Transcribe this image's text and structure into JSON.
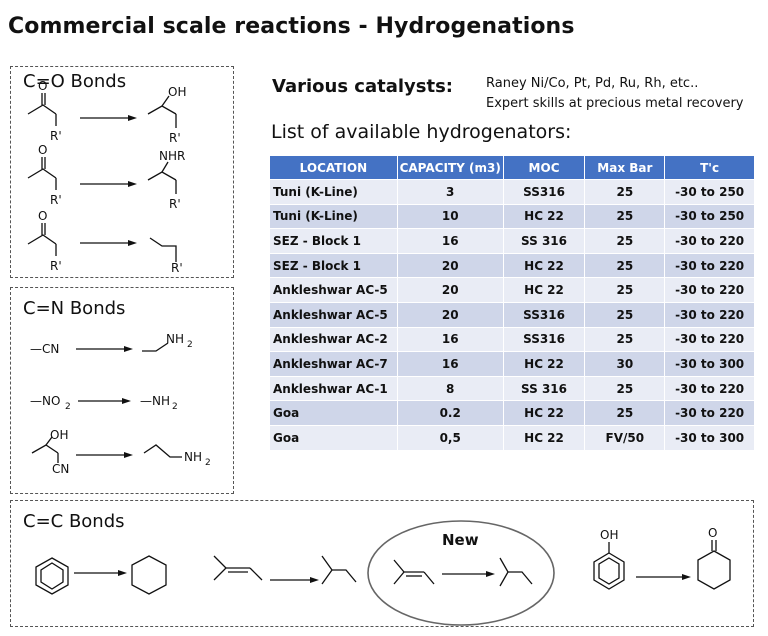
{
  "title": "Commercial scale reactions - Hydrogenations",
  "sections": {
    "co": {
      "title": "C=O Bonds",
      "labels": [
        "O",
        "R'",
        "OH",
        "R'",
        "O",
        "R'",
        "NHR",
        "R'",
        "O",
        "R'",
        "R'"
      ]
    },
    "cn": {
      "title": "C=N Bonds",
      "labels": [
        "—CN",
        "NH",
        "2",
        "—NO",
        "2",
        "—NH",
        "2",
        "OH",
        "CN",
        "NH",
        "2"
      ]
    },
    "cc": {
      "title": "C=C Bonds",
      "new_label": "New",
      "labels": [
        "OH",
        "O"
      ]
    }
  },
  "catalysts": {
    "label": "Various catalysts:",
    "lines": [
      "Raney Ni/Co, Pt, Pd, Ru, Rh, etc..",
      "Expert skills at precious metal recovery"
    ]
  },
  "list_heading": "List of available hydrogenators:",
  "table": {
    "headers": [
      "LOCATION",
      "CAPACITY (m3)",
      "MOC",
      "Max Bar",
      "T'c"
    ],
    "rows": [
      [
        "Tuni (K-Line)",
        "3",
        "SS316",
        "25",
        "-30 to 250"
      ],
      [
        "Tuni (K-Line)",
        "10",
        "HC 22",
        "25",
        "-30 to 250"
      ],
      [
        "SEZ - Block 1",
        "16",
        "SS 316",
        "25",
        "-30 to 220"
      ],
      [
        "SEZ - Block 1",
        "20",
        "HC 22",
        "25",
        "-30 to 220"
      ],
      [
        "Ankleshwar AC-5",
        "20",
        "HC 22",
        "25",
        "-30 to 220"
      ],
      [
        "Ankleshwar AC-5",
        "20",
        "SS316",
        "25",
        "-30 to 220"
      ],
      [
        "Ankleshwar AC-2",
        "16",
        "SS316",
        "25",
        "-30 to 220"
      ],
      [
        "Ankleshwar AC-7",
        "16",
        "HC 22",
        "30",
        "-30 to 300"
      ],
      [
        "Ankleshwar AC-1",
        "8",
        "SS 316",
        "25",
        "-30 to 220"
      ],
      [
        "Goa",
        "0.2",
        "HC 22",
        "25",
        "-30 to 220"
      ],
      [
        "Goa",
        "0,5",
        "HC 22",
        "FV/50",
        "-30 to 300"
      ]
    ]
  },
  "colors": {
    "header_bg": "#4472c4",
    "row_light": "#e9ecf5",
    "row_dark": "#cfd6e9"
  }
}
